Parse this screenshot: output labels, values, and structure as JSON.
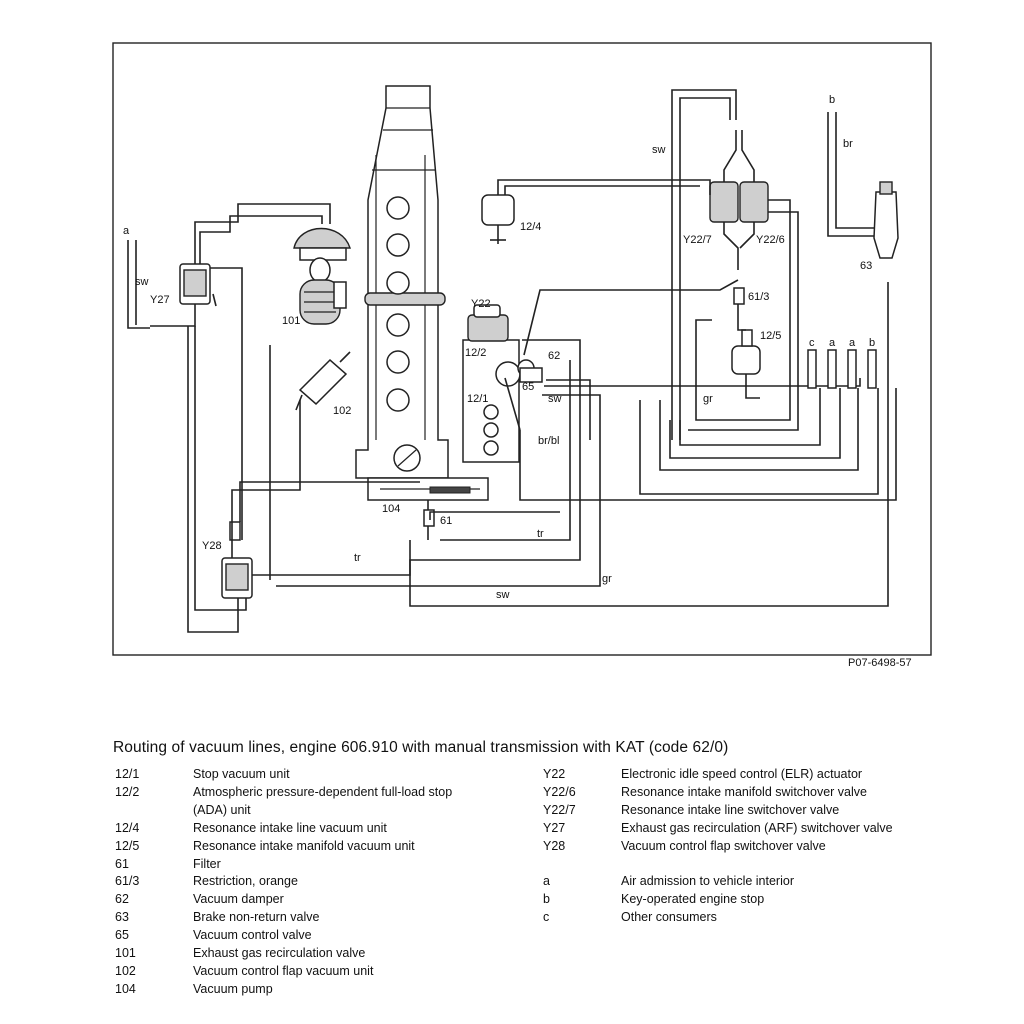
{
  "figure_code": "P07-6498-57",
  "caption": "Routing of vacuum lines, engine 606.910 with manual transmission with KAT (code 62/0)",
  "diagram_labels": {
    "a_left": "a",
    "sw_left": "sw",
    "y27": "Y27",
    "p101": "101",
    "p102": "102",
    "y22": "Y22",
    "p12_2": "12/2",
    "p12_1": "12/1",
    "p62": "62",
    "p65": "65",
    "sw_mid": "sw",
    "br_bl": "br/bl",
    "p12_4": "12/4",
    "sw_top": "sw",
    "y22_7": "Y22/7",
    "y22_6": "Y22/6",
    "p61_3": "61/3",
    "p12_5": "12/5",
    "gr_right": "gr",
    "c": "c",
    "a_right1": "a",
    "a_right2": "a",
    "b_right": "b",
    "b_top": "b",
    "br_top": "br",
    "p63": "63",
    "p104": "104",
    "p61": "61",
    "tr_upper": "tr",
    "y28": "Y28",
    "tr_lower": "tr",
    "gr_lower": "gr",
    "sw_bottom": "sw"
  },
  "legend_left": [
    {
      "key": "12/1",
      "desc": "Stop vacuum unit"
    },
    {
      "key": "12/2",
      "desc": "Atmospheric pressure-dependent full-load stop"
    },
    {
      "key": "",
      "desc": "(ADA) unit"
    },
    {
      "key": "12/4",
      "desc": "Resonance intake line vacuum unit"
    },
    {
      "key": "12/5",
      "desc": "Resonance intake manifold vacuum unit"
    },
    {
      "key": "61",
      "desc": "Filter"
    },
    {
      "key": "61/3",
      "desc": "Restriction, orange"
    },
    {
      "key": "62",
      "desc": "Vacuum damper"
    },
    {
      "key": "63",
      "desc": "Brake non-return valve"
    },
    {
      "key": "65",
      "desc": "Vacuum control valve"
    },
    {
      "key": "101",
      "desc": "Exhaust gas recirculation valve"
    },
    {
      "key": "102",
      "desc": "Vacuum control flap vacuum unit"
    },
    {
      "key": "104",
      "desc": "Vacuum pump"
    }
  ],
  "legend_right": [
    {
      "key": "Y22",
      "desc": "Electronic idle speed control (ELR) actuator"
    },
    {
      "key": "Y22/6",
      "desc": "Resonance intake manifold switchover valve"
    },
    {
      "key": "Y22/7",
      "desc": "Resonance intake line switchover valve"
    },
    {
      "key": "Y27",
      "desc": "Exhaust gas recirculation (ARF) switchover valve"
    },
    {
      "key": "Y28",
      "desc": "Vacuum control flap switchover valve"
    },
    {
      "key": "",
      "desc": ""
    },
    {
      "key": "a",
      "desc": "Air admission to vehicle interior"
    },
    {
      "key": "b",
      "desc": "Key-operated engine stop"
    },
    {
      "key": "c",
      "desc": "Other consumers"
    }
  ]
}
